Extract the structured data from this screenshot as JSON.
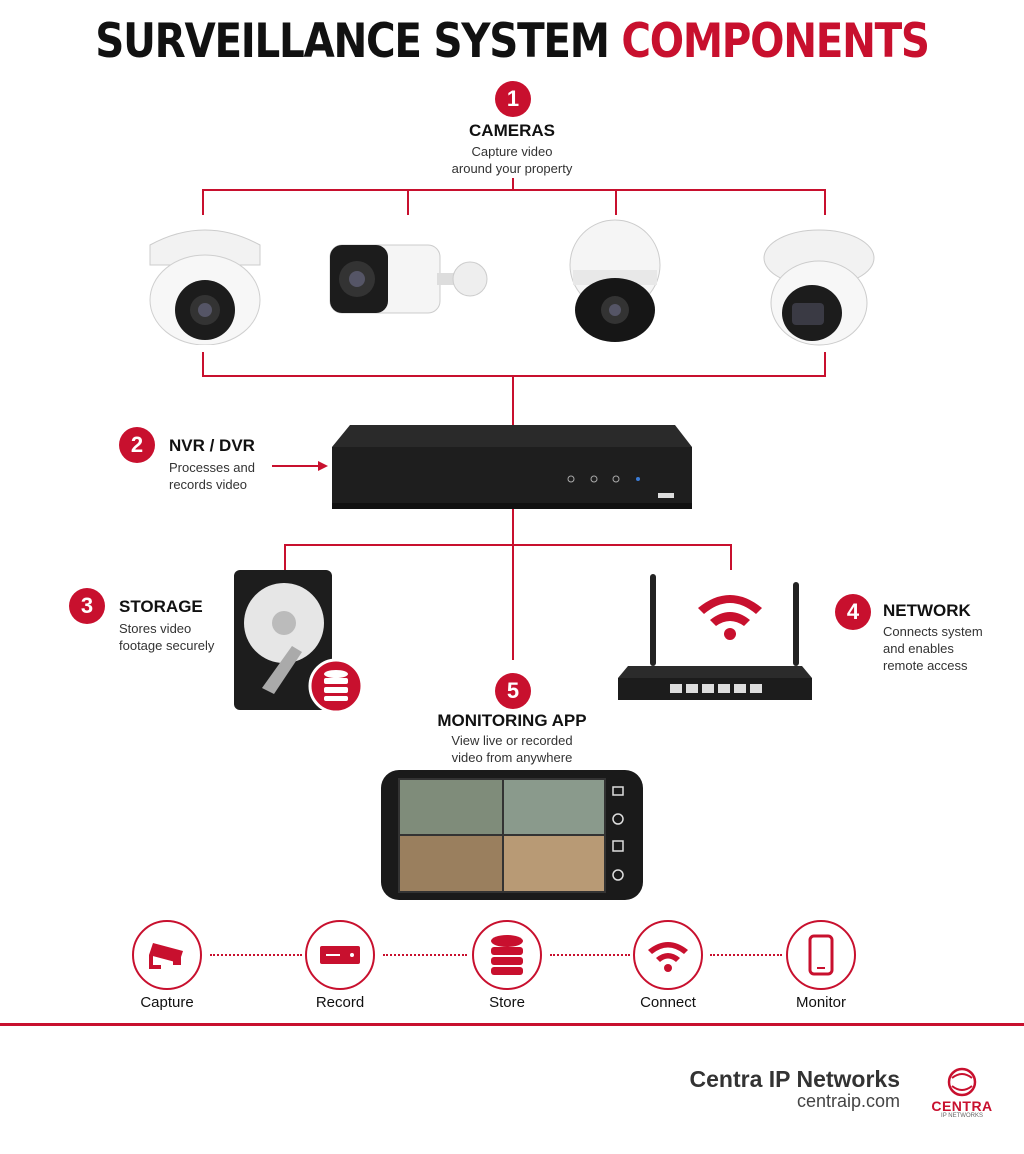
{
  "title": {
    "part1": "SURVEILLANCE SYSTEM",
    "part2": "COMPONENTS"
  },
  "components": [
    {
      "number": "1",
      "label": "CAMERAS",
      "desc": [
        "Capture video",
        "around your property"
      ]
    },
    {
      "number": "2",
      "label": "NVR / DVR",
      "desc": [
        "Processes and",
        "records video"
      ]
    },
    {
      "number": "3",
      "label": "STORAGE",
      "desc": [
        "Stores video",
        "footage securely"
      ]
    },
    {
      "number": "4",
      "label": "NETWORK",
      "desc": [
        "Connects system",
        "and enables",
        "remote access"
      ]
    },
    {
      "number": "5",
      "label": "MONITORING APP",
      "desc": [
        "View live or recorded",
        "video from anywhere"
      ]
    }
  ],
  "flow": [
    {
      "label": "Capture",
      "icon": "security-camera-icon"
    },
    {
      "label": "Record",
      "icon": "recorder-icon"
    },
    {
      "label": "Store",
      "icon": "database-icon"
    },
    {
      "label": "Connect",
      "icon": "wifi-icon"
    },
    {
      "label": "Monitor",
      "icon": "smartphone-icon"
    }
  ],
  "footer": {
    "company": "Centra IP Networks",
    "url": "centraip.com",
    "logo_text": "CENTRA",
    "logo_sub": "IP NETWORKS"
  },
  "colors": {
    "accent": "#c8102e",
    "dark": "#111111"
  }
}
